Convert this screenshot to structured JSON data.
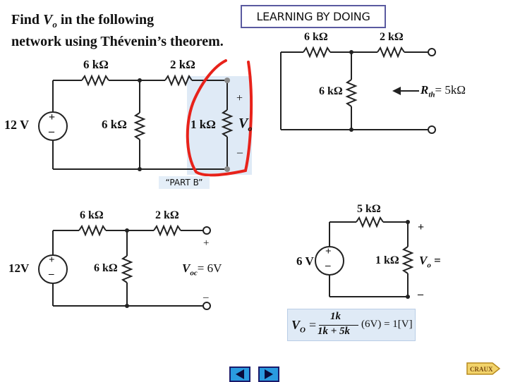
{
  "title": {
    "line1_pre": "Find ",
    "line1_var": "V",
    "line1_sub": "o",
    "line1_post": " in the following",
    "line2": "network using Thévenin’s theorem."
  },
  "banner": "LEARNING BY DOING",
  "part_b": "“PART B”",
  "circuit_main": {
    "r_top_left": "6 kΩ",
    "r_top_right": "2 kΩ",
    "r_mid": "6 kΩ",
    "r_load": "1 kΩ",
    "source": "12 V",
    "plus": "+",
    "minus": "–",
    "vo": "V",
    "vo_sub": "o"
  },
  "circuit_rth": {
    "r_top_left": "6 kΩ",
    "r_top_right": "2 kΩ",
    "r_mid": "6 kΩ",
    "rth_label": "R",
    "rth_sub": "th",
    "rth_value": "= 5kΩ"
  },
  "circuit_voc": {
    "r_top_left": "6 kΩ",
    "r_top_right": "2 kΩ",
    "r_mid": "6 kΩ",
    "source": "12V",
    "voc_label": "V",
    "voc_sub": "oc",
    "voc_value": "= 6V",
    "plus": "+",
    "minus": "–"
  },
  "circuit_final": {
    "r_top": "5 kΩ",
    "r_load": "1 kΩ",
    "source": "6 V",
    "vo_label": "V",
    "vo_sub": "o",
    "vo_eq": " =",
    "plus": "+",
    "minus": "–"
  },
  "formula": {
    "lhs": "V",
    "lhs_sub": "O",
    "eq": "=",
    "numerator": "1k",
    "denominator": "1k + 5k",
    "rhs": "(6V) = 1[V]"
  },
  "nav": {
    "prev": "previous",
    "next": "next",
    "logo": "CRAUX"
  },
  "colors": {
    "accent": "#2a9be0",
    "highlight": "#dfeaf6",
    "marker": "#e8221a",
    "banner_border": "#5a5aa0"
  }
}
